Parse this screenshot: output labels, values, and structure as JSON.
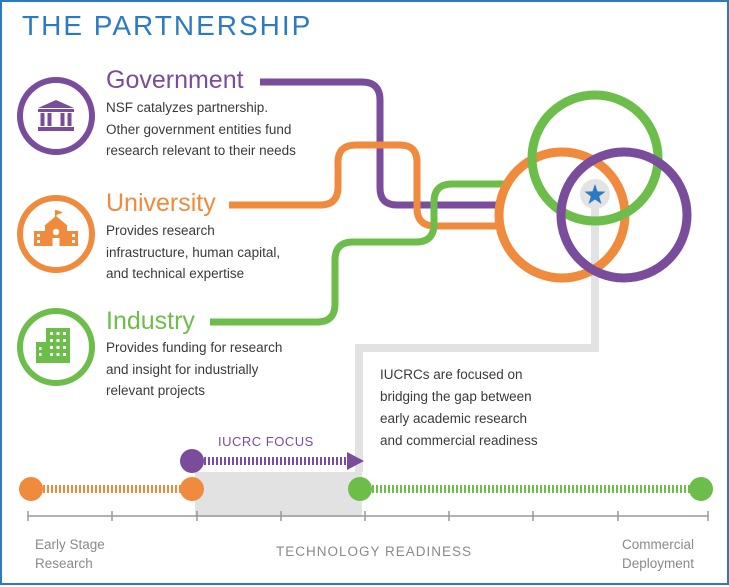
{
  "title": "THE PARTNERSHIP",
  "colors": {
    "government": "#7a4c9c",
    "university": "#f08a3c",
    "industry": "#6cbd4a",
    "title_blue": "#2b7bc4",
    "gray": "#e0e0e0",
    "text": "#3a3a3a"
  },
  "sectors": {
    "government": {
      "name": "Government",
      "description": "NSF catalyzes partnership.\nOther government entities fund\nresearch relevant to their needs",
      "icon": "institution-building-icon"
    },
    "university": {
      "name": "University",
      "description": "Provides research\ninfrastructure, human capital,\nand technical expertise",
      "icon": "school-building-icon"
    },
    "industry": {
      "name": "Industry",
      "description": "Provides funding for research\nand insight for industrially\nrelevant projects",
      "icon": "office-building-icon"
    }
  },
  "venn_center_icon": "star-icon",
  "iucrc_note": "IUCRCs are focused on\nbridging the gap between\nearly academic research\nand commercial readiness",
  "focus_label": "IUCRC FOCUS",
  "axis": {
    "title": "TECHNOLOGY READINESS",
    "left_label": "Early Stage\nResearch",
    "right_label": "Commercial\nDeployment"
  }
}
